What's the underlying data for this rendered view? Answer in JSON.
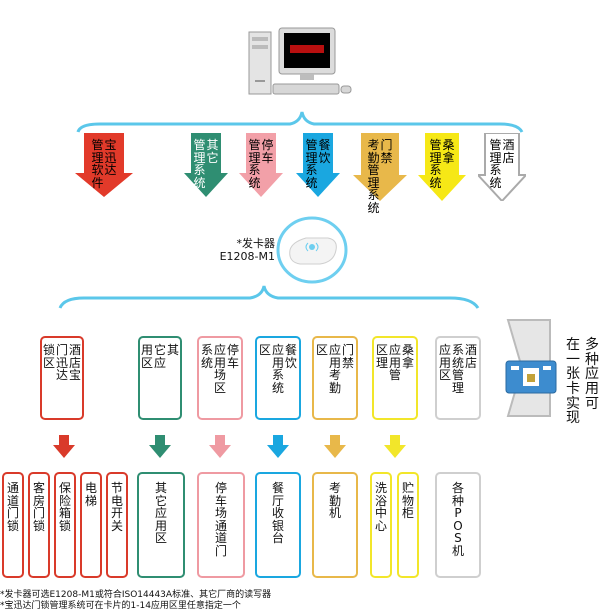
{
  "top_arrows": [
    {
      "cols": [
        "宝迅达",
        "管理软件"
      ],
      "color": "#e23a2a",
      "text_color": "#000000"
    },
    {
      "cols": [
        "其它",
        "管理系统"
      ],
      "color": "#2f8e72",
      "text_color": "#ffffff"
    },
    {
      "cols": [
        "停车",
        "管理系统"
      ],
      "color": "#f2a0a8",
      "text_color": "#000000"
    },
    {
      "cols": [
        "餐饮",
        "管理系统"
      ],
      "color": "#1aa7e0",
      "text_color": "#000000"
    },
    {
      "cols": [
        "门禁",
        "考勤管理系统"
      ],
      "color": "#e8b84a",
      "text_color": "#000000"
    },
    {
      "cols": [
        "桑拿",
        "管理系统"
      ],
      "color": "#f6e816",
      "text_color": "#000000"
    },
    {
      "cols": [
        "酒店",
        "管理系统"
      ],
      "color": "#cfcfcf",
      "text_color": "#000000"
    }
  ],
  "card_reader": {
    "line1": "*发卡器",
    "line2": "E1208-M1"
  },
  "zones": [
    {
      "cols": [
        "酒店宝",
        "门迅达",
        "锁区"
      ],
      "color": "#d93a2a"
    },
    {
      "cols": [
        "其",
        "它应",
        "用区"
      ],
      "color": "#2f8e72"
    },
    {
      "cols": [
        "停车",
        "应用场区",
        "系统"
      ],
      "color": "#ef9aa2"
    },
    {
      "cols": [
        "餐饮",
        "应用系统",
        "区"
      ],
      "color": "#1aa7e0"
    },
    {
      "cols": [
        "门禁",
        "应用考勤",
        "区"
      ],
      "color": "#e8b84a"
    },
    {
      "cols": [
        "桑拿",
        "应用管",
        "区理"
      ],
      "color": "#f2e62a"
    },
    {
      "cols": [
        "酒店",
        "系统管理",
        "应用区"
      ],
      "color": "#cfcfcf"
    }
  ],
  "side_text": {
    "col1": "多种应用可",
    "col2": "在一张卡实现"
  },
  "bottom_boxes": [
    {
      "cols": [
        "通道门锁"
      ],
      "color": "#d93a2a"
    },
    {
      "cols": [
        "客房门锁"
      ],
      "color": "#d93a2a"
    },
    {
      "cols": [
        "保险箱锁"
      ],
      "color": "#d93a2a"
    },
    {
      "cols": [
        "电梯"
      ],
      "color": "#d93a2a"
    },
    {
      "cols": [
        "节电开关"
      ],
      "color": "#d93a2a"
    },
    {
      "cols": [
        "其它应用区"
      ],
      "color": "#2f8e72"
    },
    {
      "cols": [
        "停车场通道门"
      ],
      "color": "#ef9aa2"
    },
    {
      "cols": [
        "餐厅收银台"
      ],
      "color": "#1aa7e0"
    },
    {
      "cols": [
        "考勤机"
      ],
      "color": "#e8b84a"
    },
    {
      "cols": [
        "洗浴中心"
      ],
      "color": "#f2e62a"
    },
    {
      "cols": [
        "贮物柜"
      ],
      "color": "#f2e62a"
    },
    {
      "cols": [
        "各种POS机"
      ],
      "color": "#cfcfcf"
    }
  ],
  "notes": [
    "*发卡器可选E1208-M1或符合ISO14443A标准、其它厂商的读写器",
    "*宝迅达门锁管理系统可在卡片的1-14应用区里任意指定一个"
  ],
  "icons": {
    "computer": "computer-icon",
    "card_reader": "card-reader-icon",
    "card": "rfid-card-icon"
  }
}
